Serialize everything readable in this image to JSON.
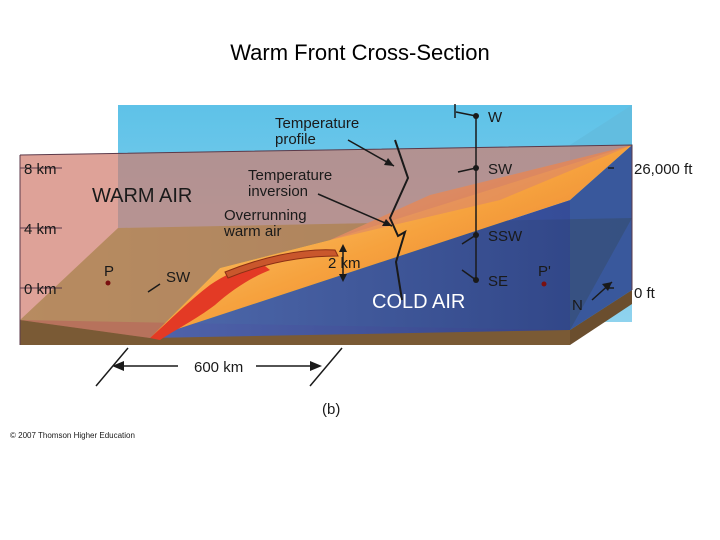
{
  "slide": {
    "title": "Warm Front Cross-Section"
  },
  "diagram": {
    "altitudes_left": [
      "8 km",
      "4 km",
      "0 km"
    ],
    "altitudes_right": [
      "26,000 ft",
      "0 ft"
    ],
    "air_labels": {
      "warm": "WARM AIR",
      "cold": "COLD AIR"
    },
    "annotations": {
      "temperature_profile": [
        "Temperature",
        "profile"
      ],
      "temperature_inversion": [
        "Temperature",
        "inversion"
      ],
      "overrunning": [
        "Overrunning",
        "warm air"
      ],
      "two_km": "2 km"
    },
    "wind_directions": [
      "W",
      "SW",
      "SSW",
      "SE"
    ],
    "points": {
      "p": "P",
      "p_prime": "P'",
      "sw_ground": "SW",
      "north": "N"
    },
    "distance": "600 km",
    "panel_label": "(b)",
    "copyright": "© 2007 Thomson Higher Education",
    "colors": {
      "sky": "#5ec2e8",
      "warm_air": "#d9836e",
      "cold_air": "#3b4f9e",
      "front": "#f39a3a",
      "ground": "#5d9b3a"
    }
  }
}
